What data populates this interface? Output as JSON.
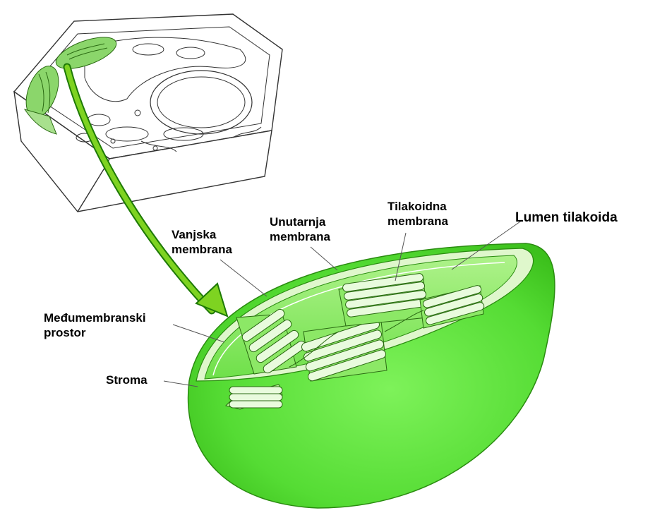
{
  "labels": {
    "outer_membrane": [
      "Vanjska",
      "membrana"
    ],
    "inner_membrane": [
      "Unutarnja",
      "membrana"
    ],
    "thylakoid_membrane": [
      "Tilakoidna",
      "membrana"
    ],
    "thylakoid_lumen": "Lumen tilakoida",
    "intermembrane_space": [
      "Međumembranski",
      "prostor"
    ],
    "stroma": "Stroma"
  },
  "colors": {
    "chloroplast_green": "#5fe03a",
    "chloroplast_dark": "#3fc21e",
    "arrow_green": "#7ed321",
    "line": "#333333"
  }
}
